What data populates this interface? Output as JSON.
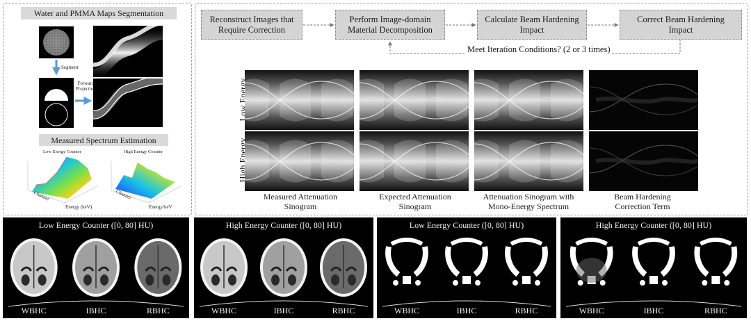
{
  "left_panel": {
    "segmentation_title": "Water and PMMA Maps Segmentation",
    "segment_label": "Segment",
    "forward_projection_label": "Forward\nProjection",
    "spectrum_title": "Measured Spectrum Estimation",
    "plots": [
      {
        "title": "Low Energy Counter",
        "xlabel": "Energy (keV)",
        "ylabel": "Channel"
      },
      {
        "title": "High Energy Counter",
        "xlabel": "Energy/keV",
        "ylabel": "Channel"
      }
    ]
  },
  "workflow": {
    "steps": [
      "Reconstruct Images that\nRequire Correction",
      "Perform Image-domain\nMaterial Decomposition",
      "Calculate Beam Hardening\nImpact",
      "Correct Beam Hardening\nImpact"
    ],
    "loop_label": "Meet Iteration Conditions? (2 or 3 times)"
  },
  "sinogram_grid": {
    "row_labels": [
      "Low Energy",
      "High Energy"
    ],
    "column_labels": [
      "Measured Attenuation\nSinogram",
      "Expected Attenuation\nSinogram",
      "Attenuation Sinogram with\nMono-Energy Spectrum",
      "Beam Hardening\nCorrection Term"
    ]
  },
  "ct_panels": [
    {
      "title": "Low Energy Counter ([0, 80] HU)",
      "labels": [
        "WBHC",
        "IBHC",
        "RBHC"
      ],
      "type": "brain"
    },
    {
      "title": "High Energy Counter ([0, 80] HU)",
      "labels": [
        "WBHC",
        "IBHC",
        "RBHC"
      ],
      "type": "brain"
    },
    {
      "title": "Low Energy Counter ([0, 80] HU)",
      "labels": [
        "WBHC",
        "IBHC",
        "RBHC"
      ],
      "type": "bone"
    },
    {
      "title": "High Energy Counter ([0, 80] HU)",
      "labels": [
        "WBHC",
        "IBHC",
        "RBHC"
      ],
      "type": "bone"
    }
  ],
  "colors": {
    "panel_border": "#9a9a9a",
    "box_fill": "#d9d9d9",
    "arrow": "#5b9bd5"
  }
}
